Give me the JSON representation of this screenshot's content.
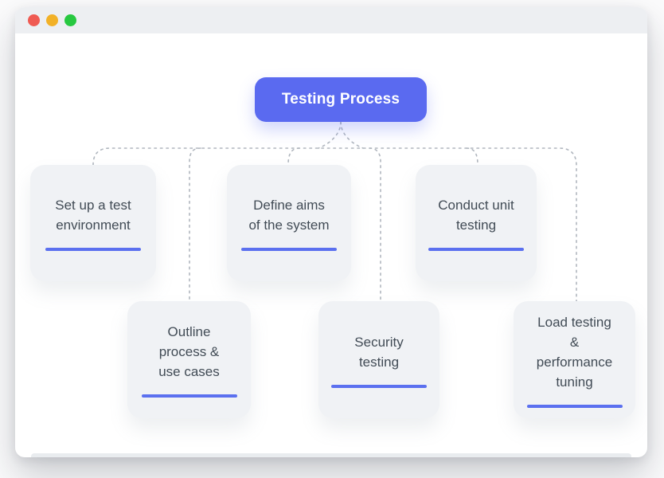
{
  "colors": {
    "accent": "#5a6af0",
    "underline": "#5b70ef",
    "titlebar_bg": "#edeff2",
    "box_bg": "#f0f2f5",
    "text": "#414b55",
    "connector": "#b0b6be",
    "window_bg": "#ffffff",
    "light_red": "#ef5a52",
    "light_yellow": "#f2b127",
    "light_green": "#27c840"
  },
  "root": {
    "label": "Testing Process"
  },
  "nodes": [
    {
      "label": "Set up a test environment",
      "lines": [
        "Set up a test",
        "environment"
      ]
    },
    {
      "label": "Define aims of the system",
      "lines": [
        "Define aims",
        "of the system"
      ]
    },
    {
      "label": "Conduct unit testing",
      "lines": [
        "Conduct unit",
        "testing"
      ]
    },
    {
      "label": "Outline process & use cases",
      "lines": [
        "Outline",
        "process &",
        "use cases"
      ]
    },
    {
      "label": "Security testing",
      "lines": [
        "Security",
        "testing"
      ]
    },
    {
      "label": "Load testing & performance tuning",
      "lines": [
        "Load testing",
        "&",
        "performance",
        "tuning"
      ]
    }
  ]
}
